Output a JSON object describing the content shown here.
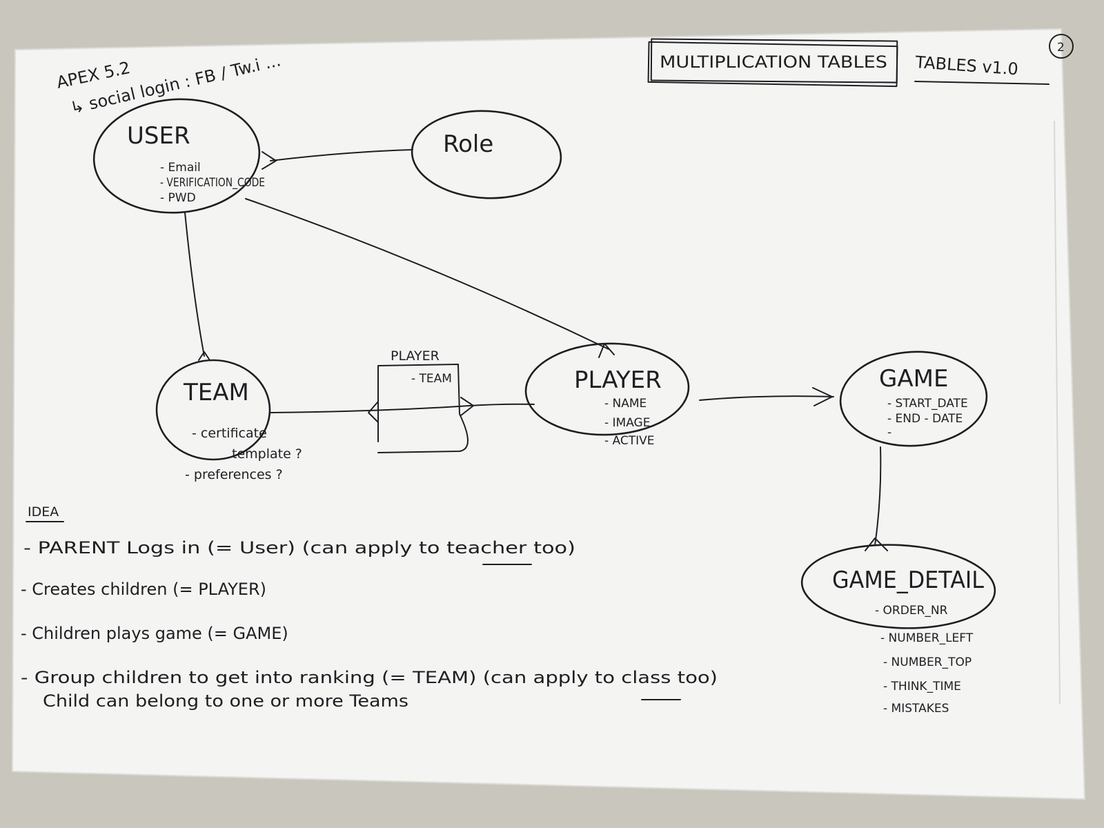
{
  "header": {
    "apex": "APEX 5.2",
    "social_login": "↳ social login : FB / Tw.i ...",
    "title": "MULTIPLICATION TABLES",
    "subtitle": "TABLES v1.0",
    "page_number": "2"
  },
  "entities": {
    "user": {
      "name": "USER",
      "attributes": [
        "- Email",
        "- VERIFICATION_CODE",
        "- PWD"
      ]
    },
    "role": {
      "name": "Role"
    },
    "team": {
      "name": "TEAM",
      "attributes": [
        "- certificate",
        "template ?",
        "- preferences ?"
      ]
    },
    "player_team": {
      "name": "PLAYER",
      "attributes": [
        "- TEAM"
      ]
    },
    "player": {
      "name": "PLAYER",
      "attributes": [
        "- NAME",
        "- IMAGE",
        "- ACTIVE"
      ]
    },
    "game": {
      "name": "GAME",
      "attributes": [
        "- START_DATE",
        "- END - DATE",
        "-"
      ]
    },
    "game_detail": {
      "name": "GAME_DETAIL",
      "attributes": [
        "- ORDER_NR",
        "- NUMBER_LEFT",
        "- NUMBER_TOP",
        "- THINK_TIME",
        "- MISTAKES"
      ]
    }
  },
  "ideas": {
    "heading": "IDEA",
    "items": [
      "- PARENT   Logs in   (= User)        (can apply to teacher too)",
      "- Creates children (= PLAYER)",
      "- Children plays game (= GAME)",
      "- Group children to get into ranking (= TEAM)  (can apply to class too)"
    ],
    "continuation": "Child can belong to one or more Teams"
  }
}
